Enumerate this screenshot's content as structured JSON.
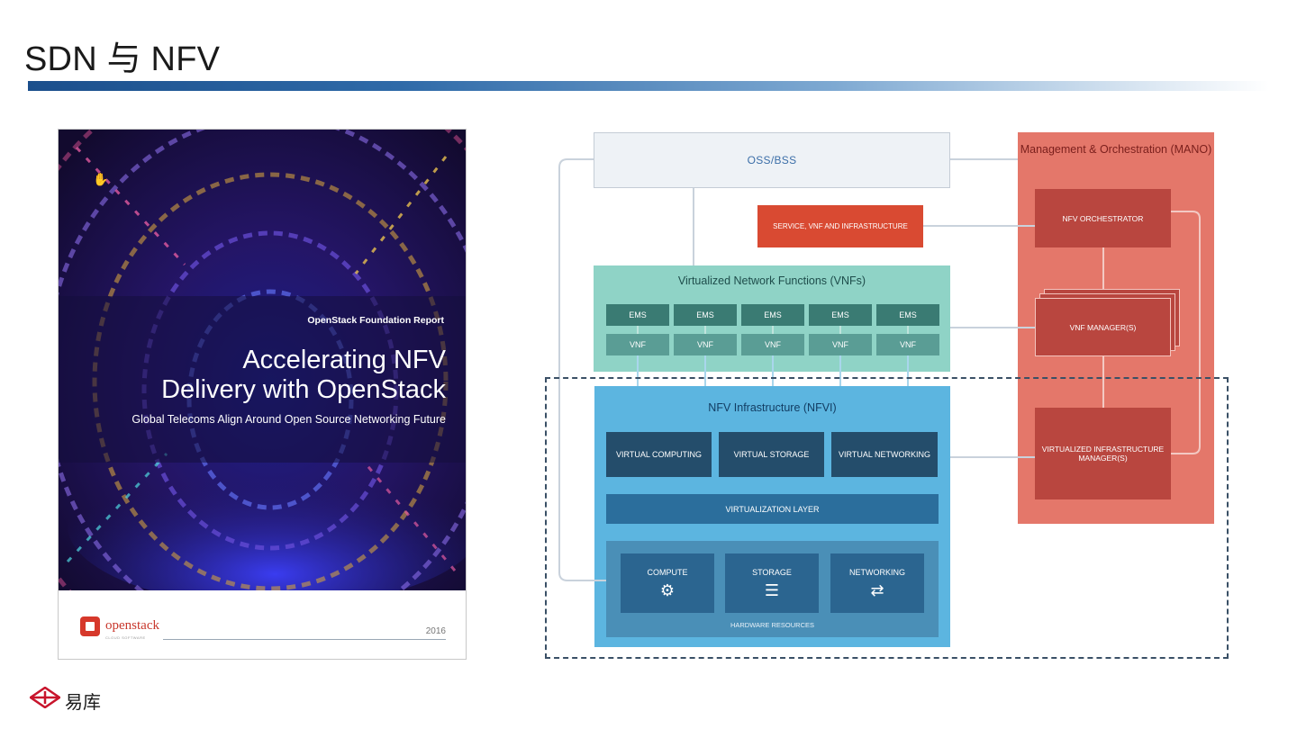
{
  "slide": {
    "title": "SDN 与 NFV"
  },
  "cover": {
    "report_label": "OpenStack Foundation Report",
    "headline_1": "Accelerating NFV",
    "headline_2": "Delivery with OpenStack",
    "subheadline": "Global Telecoms Align Around Open Source Networking Future",
    "brand": "openstack",
    "brand_tagline": "CLOUD SOFTWARE",
    "year": "2016"
  },
  "diagram": {
    "oss_bss": "OSS/BSS",
    "service_box": "SERVICE, VNF AND INFRASTRUCTURE",
    "vnf_title": "Virtualized Network Functions (VNFs)",
    "ems": [
      "EMS",
      "EMS",
      "EMS",
      "EMS",
      "EMS"
    ],
    "vnfs": [
      "VNF",
      "VNF",
      "VNF",
      "VNF",
      "VNF"
    ],
    "nfvi_title": "NFV Infrastructure (NFVI)",
    "virtual": [
      "VIRTUAL COMPUTING",
      "VIRTUAL STORAGE",
      "VIRTUAL NETWORKING"
    ],
    "virtualization_layer": "VIRTUALIZATION LAYER",
    "hardware": [
      {
        "label": "COMPUTE",
        "icon": "gears-icon"
      },
      {
        "label": "STORAGE",
        "icon": "database-icon"
      },
      {
        "label": "NETWORKING",
        "icon": "arrows-exchange-icon"
      }
    ],
    "hardware_title": "HARDWARE RESOURCES",
    "mano_title": "Management & Orchestration (MANO)",
    "nfv_orchestrator": "NFV ORCHESTRATOR",
    "vnf_managers": "VNF MANAGER(S)",
    "vim": "VIRTUALIZED INFRASTRUCTURE MANAGER(S)"
  },
  "footer": {
    "logo_text": "易库"
  },
  "colors": {
    "rule": "#1b4f8c",
    "vnf_area": "#8fd3c6",
    "nfvi": "#5cb5e0",
    "mano": "#e4776a",
    "service": "#d94a32"
  }
}
